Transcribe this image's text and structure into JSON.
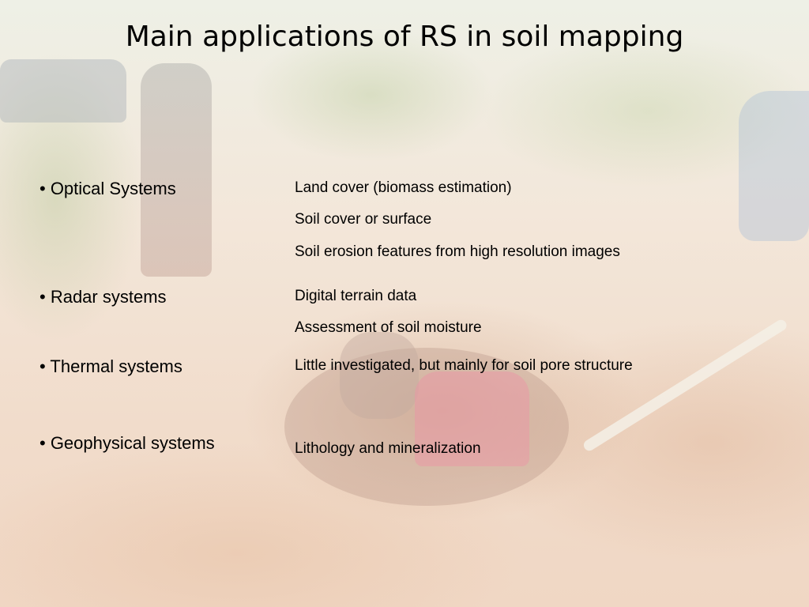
{
  "slide": {
    "title": "Main applications of RS in soil mapping",
    "rows": [
      {
        "label": "• Optical Systems",
        "details": [
          "Land cover (biomass estimation)",
          "Soil cover or surface",
          "Soil erosion features from high resolution images"
        ]
      },
      {
        "label": "• Radar systems",
        "details": [
          "Digital terrain data",
          "Assessment of soil moisture"
        ]
      },
      {
        "label": "• Thermal systems",
        "details": [
          "Little investigated, but mainly for soil pore structure"
        ]
      },
      {
        "label": "• Geophysical systems",
        "details": [
          "Lithology and mineralization"
        ]
      }
    ]
  }
}
